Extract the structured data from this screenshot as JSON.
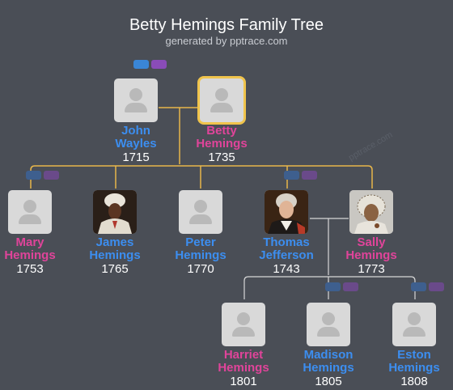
{
  "title": "Betty Hemings Family Tree",
  "subtitle": "generated by pptrace.com",
  "watermark": "pptrace.com",
  "colors": {
    "male": "#3c8ef0",
    "female": "#e0449a",
    "line_parents": "#e8b64a",
    "line_children": "#d8d8d8",
    "background": "#4a4e56"
  },
  "people": {
    "john": {
      "name1": "John",
      "name2": "Wayles",
      "year": "1715",
      "gender": "male",
      "photo": "silhouette"
    },
    "betty": {
      "name1": "Betty",
      "name2": "Hemings",
      "year": "1735",
      "gender": "female",
      "photo": "silhouette"
    },
    "mary": {
      "name1": "Mary",
      "name2": "Hemings",
      "year": "1753",
      "gender": "female",
      "photo": "silhouette"
    },
    "james": {
      "name1": "James",
      "name2": "Hemings",
      "year": "1765",
      "gender": "male",
      "photo": "portrait"
    },
    "peter": {
      "name1": "Peter",
      "name2": "Hemings",
      "year": "1770",
      "gender": "male",
      "photo": "silhouette"
    },
    "thomas": {
      "name1": "Thomas",
      "name2": "Jefferson",
      "year": "1743",
      "gender": "male",
      "photo": "portrait"
    },
    "sally": {
      "name1": "Sally",
      "name2": "Hemings",
      "year": "1773",
      "gender": "female",
      "photo": "portrait"
    },
    "harriet": {
      "name1": "Harriet",
      "name2": "Hemings",
      "year": "1801",
      "gender": "female",
      "photo": "silhouette"
    },
    "madison": {
      "name1": "Madison",
      "name2": "Hemings",
      "year": "1805",
      "gender": "male",
      "photo": "silhouette"
    },
    "eston": {
      "name1": "Eston",
      "name2": "Hemings",
      "year": "1808",
      "gender": "male",
      "photo": "silhouette"
    }
  },
  "selected_person": "Betty Hemings"
}
